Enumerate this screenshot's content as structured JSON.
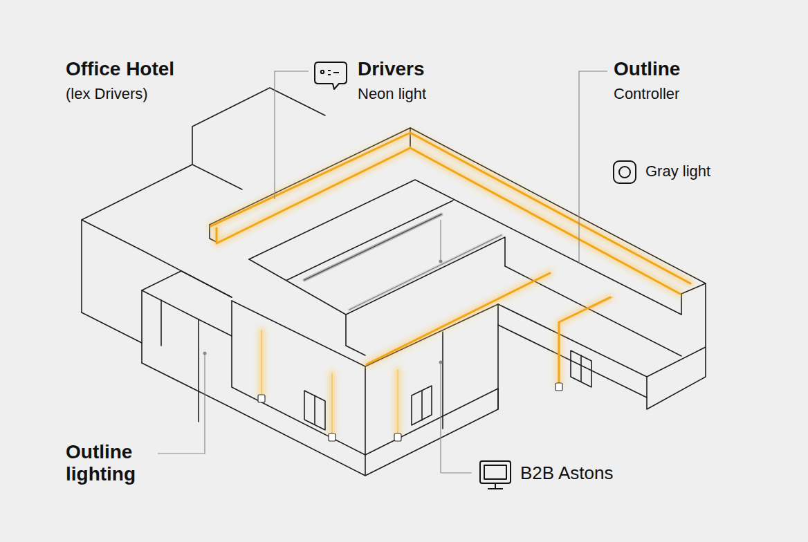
{
  "diagram": {
    "title": "Office Hotel",
    "labels": [
      "(lex Drivers)",
      "Drivers",
      "Neon light",
      "Outline",
      "Controller",
      "Gray light",
      "Outline lighting",
      "B2B Astons"
    ]
  }
}
